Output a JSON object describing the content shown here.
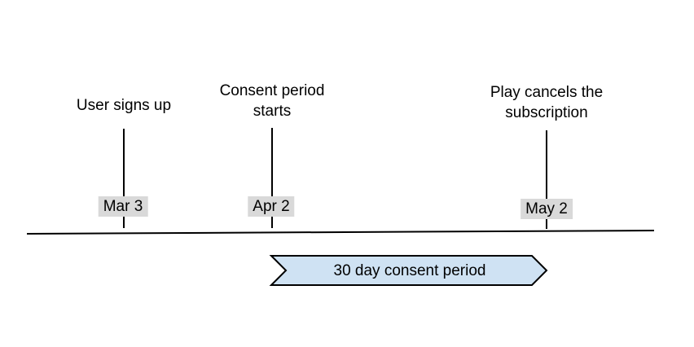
{
  "diagram": {
    "kind": "timeline",
    "background": "#ffffff",
    "axis": {
      "color": "#000000"
    },
    "events": [
      {
        "label": "User signs up",
        "date": "Mar 3"
      },
      {
        "label": "Consent period starts",
        "date": "Apr 2"
      },
      {
        "label": "Play cancels the subscription",
        "date": "May 2"
      }
    ],
    "date_badge": {
      "background": "#d9d9d9",
      "text_color": "#000000"
    },
    "period_banner": {
      "text": "30 day consent period",
      "fill": "#cfe2f3",
      "border": "#000000",
      "shape": "chevron-arrow"
    }
  }
}
